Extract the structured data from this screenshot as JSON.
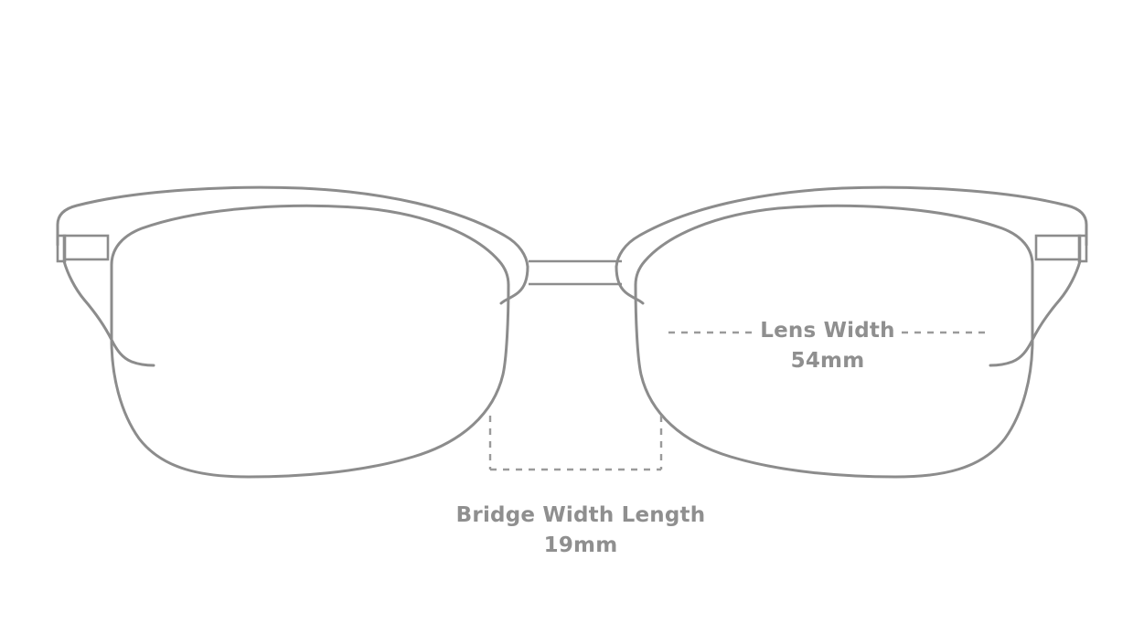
{
  "diagram": {
    "type": "eyeglasses-measurement-diagram",
    "style": "browline-frame-line-drawing",
    "colors": {
      "background": "#ffffff",
      "frame_stroke": "#8c8c8c",
      "dashed_guide": "#9a9a9a",
      "label_text": "#8f8f8f"
    }
  },
  "measurements": {
    "lens_width": {
      "name": "Lens Width",
      "title": "Lens Width",
      "value": "54mm",
      "number": 54,
      "unit": "mm"
    },
    "bridge_width": {
      "name": "Bridge Width Length",
      "title": "Bridge Width Length",
      "value": "19mm",
      "number": 19,
      "unit": "mm"
    }
  },
  "parts": {
    "left_lens": "left-lens",
    "right_lens": "right-lens",
    "brow_bar": "brow-bar",
    "bridge": "bridge-bar",
    "left_hinge": "left-hinge",
    "right_hinge": "right-hinge",
    "left_endpiece": "left-endpiece",
    "right_endpiece": "right-endpiece"
  }
}
